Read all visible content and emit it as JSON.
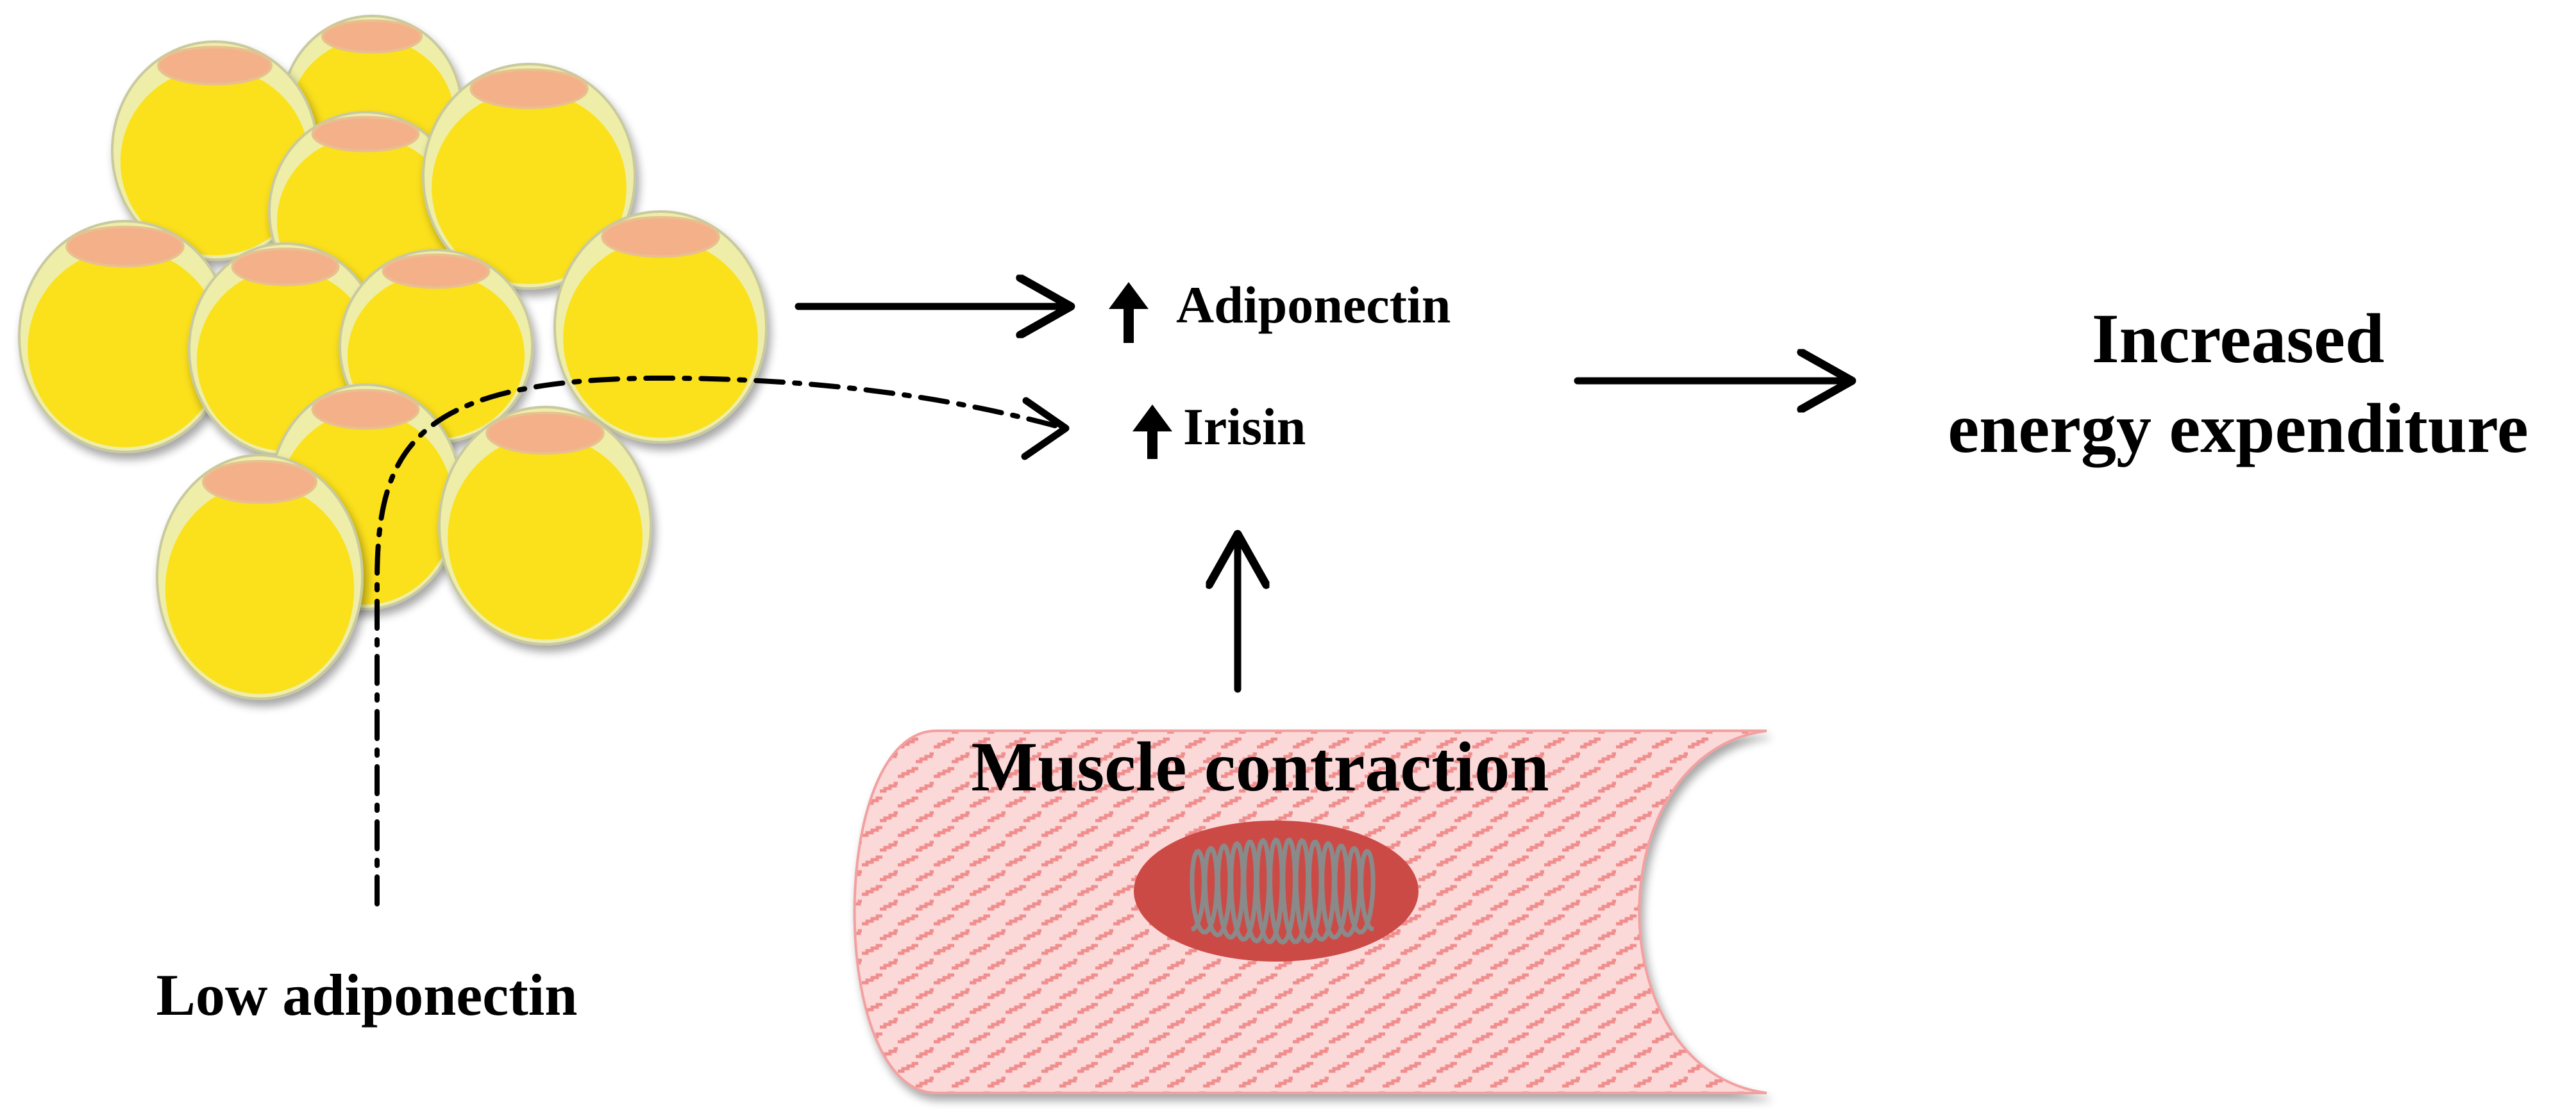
{
  "diagram": {
    "labels": {
      "adiponectin": "Adiponectin",
      "irisin": "Irisin",
      "outcome_line1": "Increased",
      "outcome_line2": "energy expenditure",
      "muscle": "Muscle contraction",
      "low_adiponectin": "Low adiponectin"
    },
    "colors": {
      "fat_cell_fill": "#FBE01C",
      "fat_cell_rim": "#EEEEA8",
      "nucleus": "#F4B088",
      "muscle_fill": "#FBD9D9",
      "muscle_stripes": "#F08E8E",
      "muscle_nucleus": "#CC4A45",
      "coil": "#8A8A8A",
      "arrow": "#000000"
    },
    "icons": {
      "up_arrow": "up-arrow-icon"
    }
  }
}
